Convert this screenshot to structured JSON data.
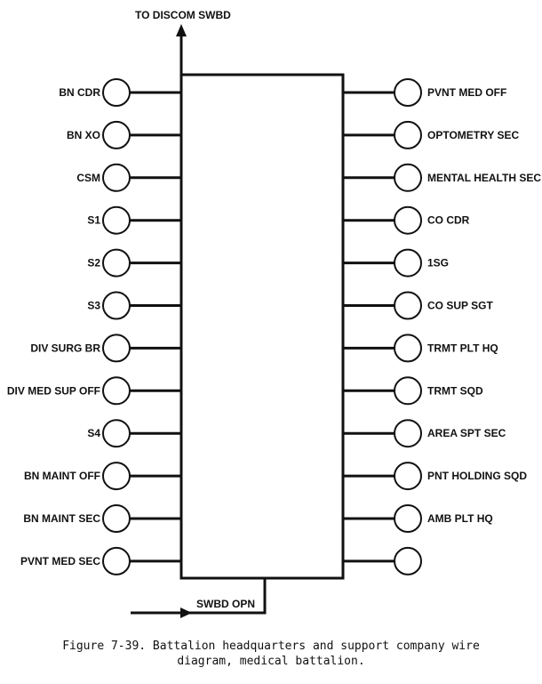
{
  "top_label": "TO DISCOM SWBD",
  "bottom_label": "SWBD OPN",
  "left_terminals": [
    "BN CDR",
    "BN XO",
    "CSM",
    "S1",
    "S2",
    "S3",
    "DIV SURG BR",
    "DIV MED SUP OFF",
    "S4",
    "BN MAINT OFF",
    "BN MAINT SEC",
    "PVNT MED SEC"
  ],
  "right_terminals": [
    "PVNT MED OFF",
    "OPTOMETRY SEC",
    "MENTAL HEALTH SEC",
    "CO CDR",
    "1SG",
    "CO SUP SGT",
    "TRMT PLT HQ",
    "TRMT SQD",
    "AREA SPT SEC",
    "PNT HOLDING SQD",
    "AMB PLT HQ",
    ""
  ],
  "caption": {
    "line1": "Figure 7-39. Battalion headquarters and support company wire",
    "line2": "diagram, medical battalion."
  },
  "colors": {
    "ink": "#111111",
    "background": "#ffffff"
  }
}
